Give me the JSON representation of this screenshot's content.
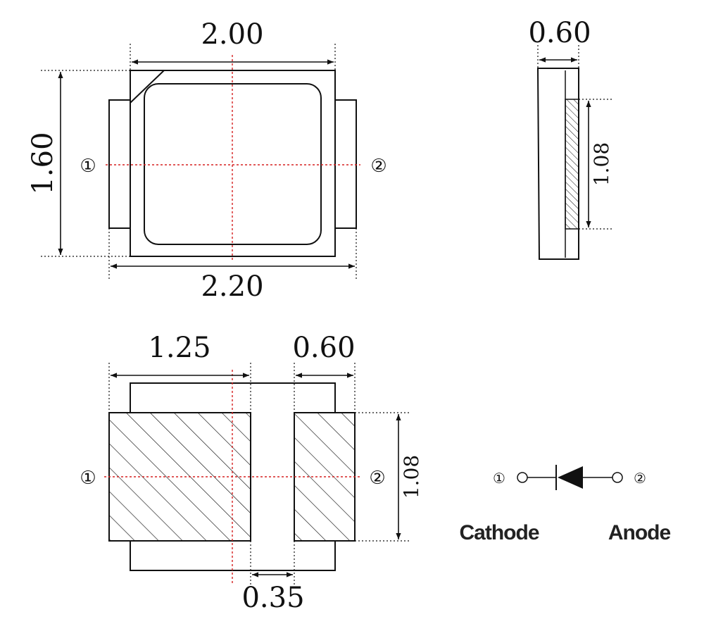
{
  "top_view": {
    "width_dim": "2.00",
    "height_dim": "1.60",
    "overall_width_dim": "2.20",
    "pin1": "①",
    "pin2": "②"
  },
  "side_view": {
    "thickness_dim": "0.60",
    "pad_height_dim": "1.08"
  },
  "footprint": {
    "pad1_width_dim": "1.25",
    "pad2_width_dim": "0.60",
    "gap_dim": "0.35",
    "pad_height_dim": "1.08",
    "pin1": "①",
    "pin2": "②"
  },
  "schematic": {
    "pin1": "①",
    "pin2": "②",
    "cathode_label": "Cathode",
    "anode_label": "Anode"
  }
}
